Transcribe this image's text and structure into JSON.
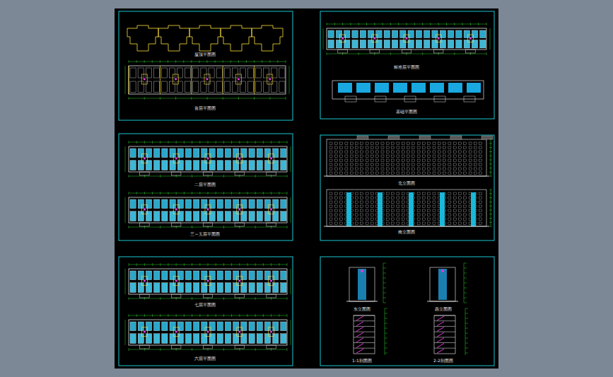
{
  "diagram": {
    "labels": [
      "屋顶平面图",
      "首层平面图",
      "标准层平面图",
      "基础平面图",
      "二层平面图",
      "三~五层平面图",
      "北立面图",
      "南立面图",
      "七层平面图",
      "六层平面图",
      "东立面图",
      "西立面图",
      "1-1剖面图",
      "2-2剖面图"
    ]
  }
}
